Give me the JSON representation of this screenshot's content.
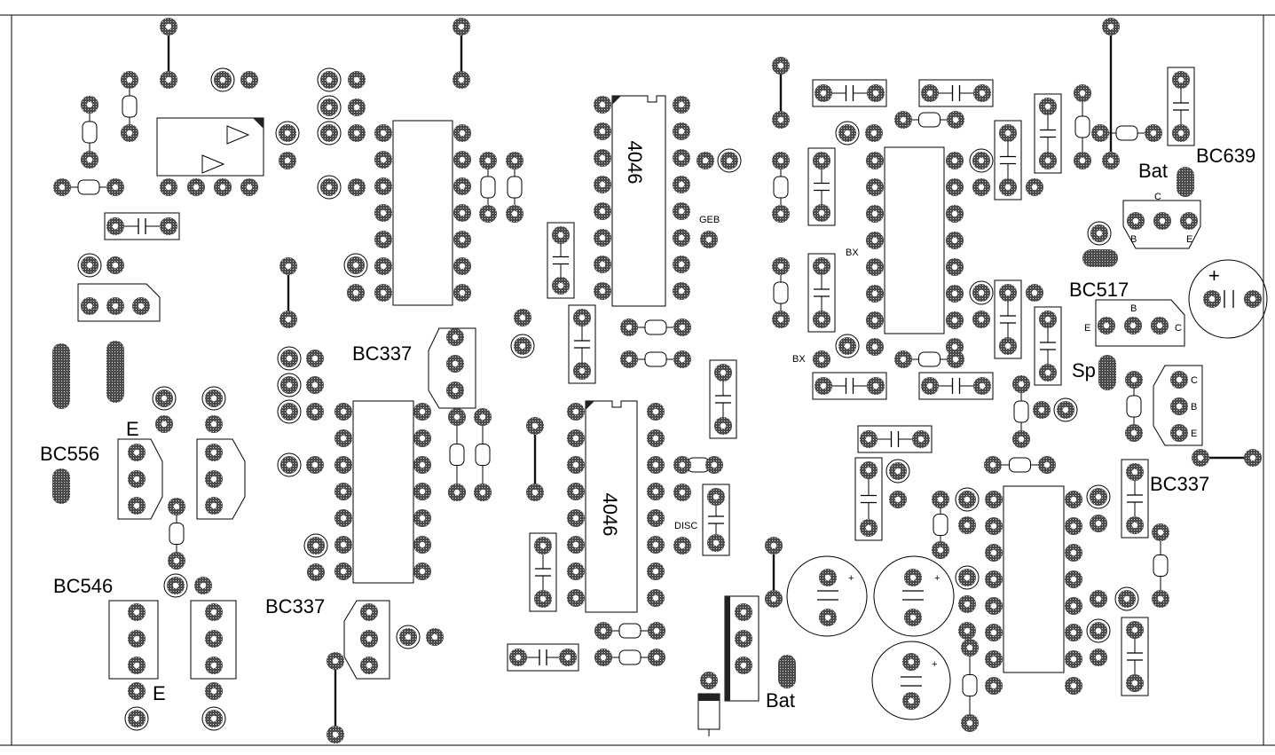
{
  "labels": {
    "bc639": "BC639",
    "bat_top": "Bat",
    "bc517": "BC517",
    "sp": "Sp",
    "bc337_right": "BC337",
    "bc337_mid_top": "BC337",
    "bc337_mid_bottom": "BC337",
    "bc556": "BC556",
    "bc546": "BC546",
    "bat_bottom": "Bat",
    "e_left_top": "E",
    "e_left_bottom": "E",
    "chip_top": "4046",
    "chip_bottom": "4046",
    "geb": "GEB",
    "disc": "DISC",
    "bx_top": "BX",
    "bx_left": "BX",
    "bc639_c": "C",
    "bc639_b": "B",
    "bc639_e": "E",
    "bc517_b": "B",
    "bc517_e": "E",
    "bc517_c": "C",
    "bc337r_c": "C",
    "bc337r_b": "B",
    "bc337r_e": "E",
    "plus": "+",
    "minus": "-"
  }
}
